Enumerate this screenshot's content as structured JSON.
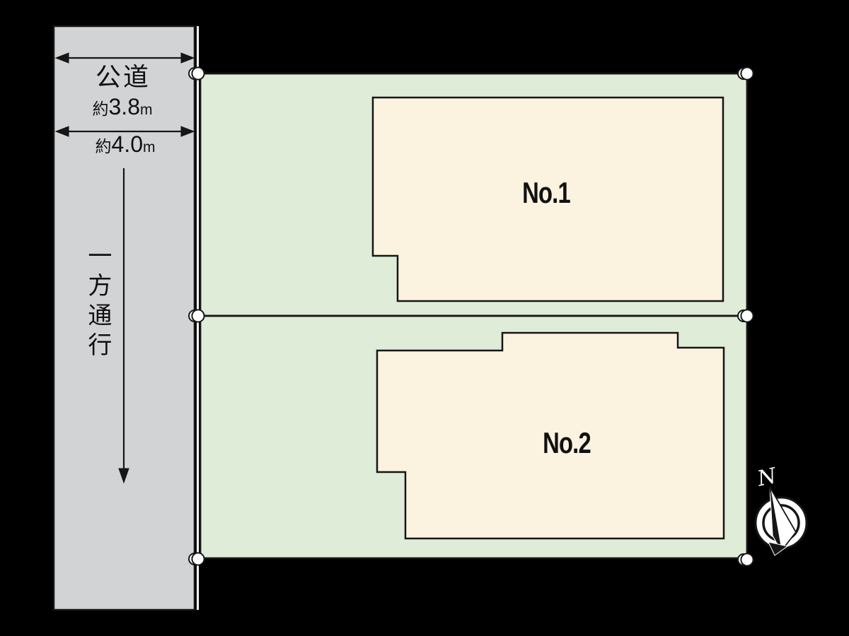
{
  "road": {
    "name": "公道",
    "width_top": {
      "prefix": "約",
      "value": "3.8",
      "unit": "m"
    },
    "width_bottom": {
      "prefix": "約",
      "value": "4.0",
      "unit": "m"
    },
    "one_way": "一方通行"
  },
  "lots": [
    {
      "label": "No.1"
    },
    {
      "label": "No.2"
    }
  ],
  "compass": {
    "label": "N"
  },
  "colors": {
    "bg": "#000000",
    "road_gray": "#d2d3d5",
    "lot_green": "#dfecd8",
    "building_cream": "#fbf2df",
    "line_dark": "#161616",
    "marker_white": "#ffffff"
  }
}
